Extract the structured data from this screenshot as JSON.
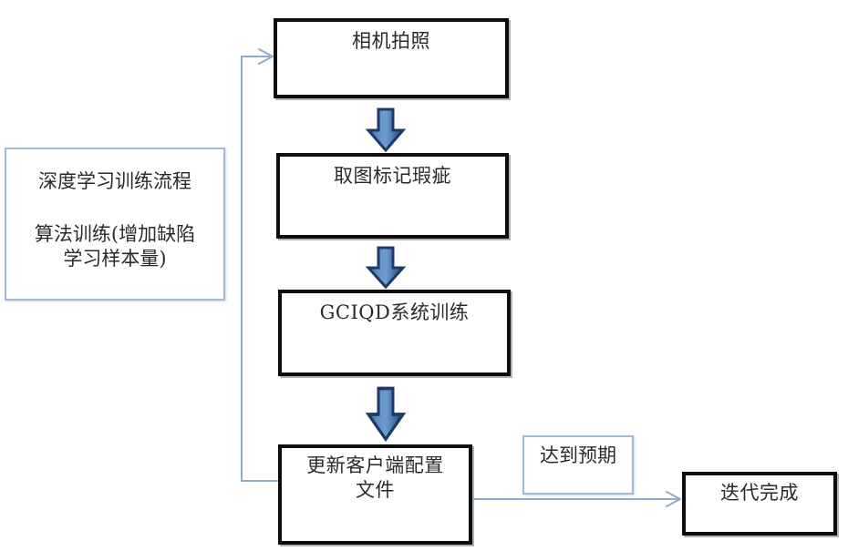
{
  "diagram": {
    "title_note": {
      "lines": [
        "深度学习训练流程",
        "算法训练(增加缺陷\n学习样本量)"
      ],
      "border_color": "#a3b8d4"
    },
    "nodes": [
      {
        "id": "camera",
        "label": "相机拍照",
        "style": "process"
      },
      {
        "id": "mark",
        "label": "取图标记瑕疵",
        "style": "process"
      },
      {
        "id": "train",
        "label": "GCIQD系统训练",
        "style": "process"
      },
      {
        "id": "update",
        "label": "更新客户端配置\n文件",
        "style": "process"
      },
      {
        "id": "done",
        "label": "迭代完成",
        "style": "process"
      }
    ],
    "edge_labels": [
      {
        "id": "expected",
        "label": "达到预期",
        "style": "note"
      }
    ],
    "arrows": [
      {
        "id": "camera-to-mark",
        "kind": "block-arrow-down"
      },
      {
        "id": "mark-to-train",
        "kind": "block-arrow-down"
      },
      {
        "id": "train-to-update",
        "kind": "block-arrow-down"
      },
      {
        "id": "update-to-camera",
        "kind": "feedback-loop-line"
      },
      {
        "id": "update-to-done",
        "kind": "straight-line-right"
      }
    ],
    "colors": {
      "box_border": "#0d0d0d",
      "note_border": "#a3b8d4",
      "arrow_fill": "#4a7ebb",
      "arrow_outline": "#1f3864",
      "connector_line": "#8faccd",
      "text": "#2a2a2a",
      "background": "#ffffff"
    }
  }
}
